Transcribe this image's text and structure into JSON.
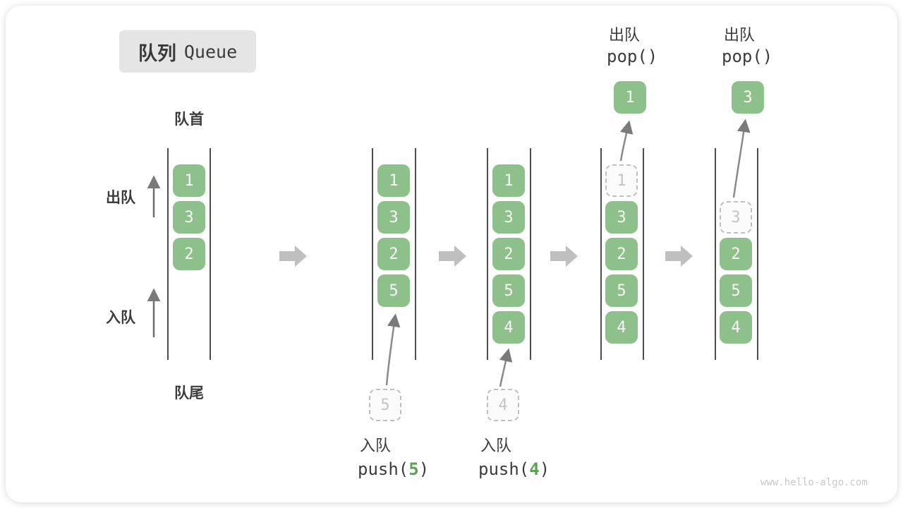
{
  "title": {
    "zh": "队列",
    "en": "Queue"
  },
  "labels": {
    "front": "队首",
    "rear": "队尾",
    "dequeue": "出队",
    "enqueue": "入队"
  },
  "colors": {
    "cell_green": "#8DC08A",
    "code_arg_green": "#5F9E58",
    "block_arrow_gray": "#BFBFBF",
    "queue_line_dark": "#4D4D4D",
    "ghost_border_gray": "#C0C0C0",
    "text_dark": "#3C3C3C",
    "watermark_gray": "#C9C9C9",
    "title_box_bg": "#E5E5E5"
  },
  "states": [
    {
      "cells": [
        "1",
        "3",
        "2"
      ]
    },
    {
      "cells": [
        "1",
        "3",
        "2",
        "5"
      ],
      "ghost_below": "5"
    },
    {
      "cells": [
        "1",
        "3",
        "2",
        "5",
        "4"
      ],
      "ghost_below": "4"
    },
    {
      "ghost_top": "1",
      "cells": [
        "3",
        "2",
        "5",
        "4"
      ],
      "popped": "1"
    },
    {
      "ghost_top": "3",
      "cells": [
        "2",
        "5",
        "4"
      ],
      "popped": "3"
    }
  ],
  "operations": {
    "push5": {
      "title": "入队",
      "fn": "push(",
      "arg": "5",
      "close": ")"
    },
    "push4": {
      "title": "入队",
      "fn": "push(",
      "arg": "4",
      "close": ")"
    },
    "pop1": {
      "title": "出队",
      "code": "pop()"
    },
    "pop2": {
      "title": "出队",
      "code": "pop()"
    }
  },
  "watermark": "www.hello-algo.com"
}
